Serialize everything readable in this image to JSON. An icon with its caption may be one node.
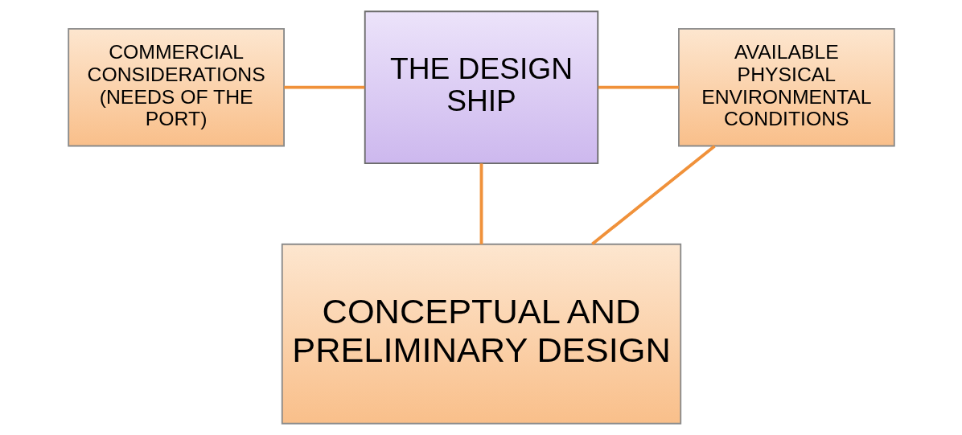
{
  "diagram": {
    "nodes": [
      {
        "text": [
          "COMMERCIAL CONSIDERATIONS (NEEDS OF THE PORT)"
        ]
      },
      {
        "text": [
          "THE DESIGN SHIP"
        ]
      },
      {
        "text": [
          "AVAILABLE PHYSICAL ENVIRONMENTAL CONDITIONS"
        ]
      },
      {
        "text": [
          "CONCEPTUAL AND PRELIMINARY DESIGN"
        ]
      }
    ],
    "edges": [
      {
        "from": 0,
        "to": 1,
        "arrow": "none"
      },
      {
        "from": 1,
        "to": 2,
        "arrow": "none"
      },
      {
        "from": 1,
        "to": 3,
        "arrow": "none"
      },
      {
        "from": 2,
        "to": 3,
        "arrow": "none"
      }
    ]
  }
}
